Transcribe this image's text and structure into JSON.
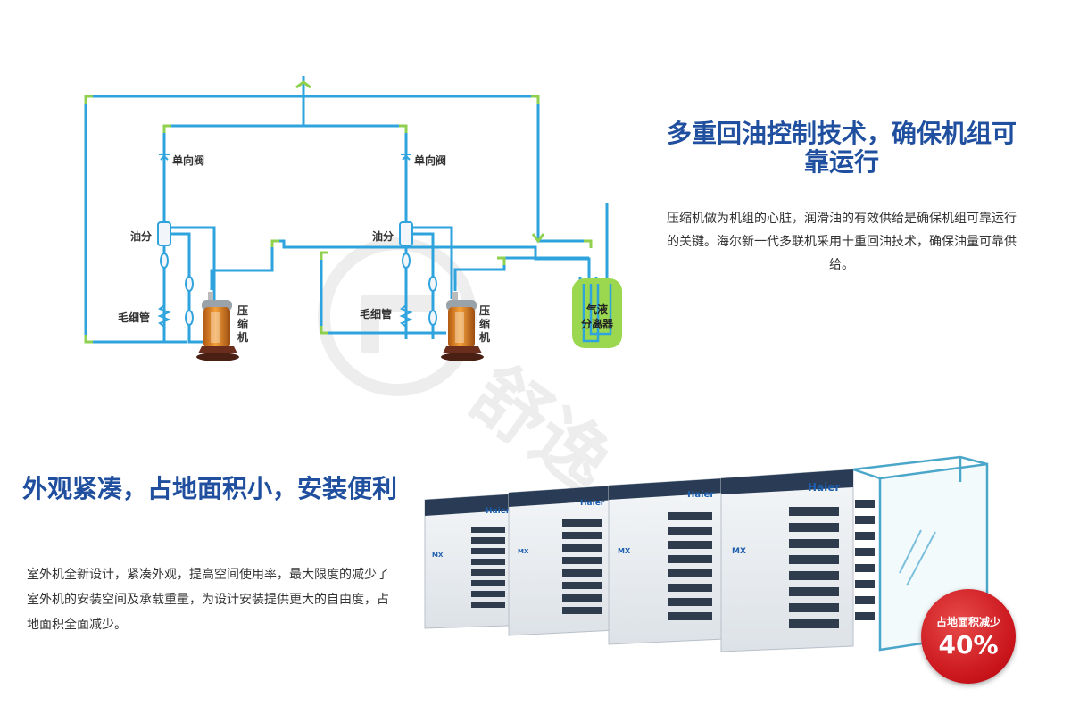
{
  "diagram": {
    "labels": {
      "check_valve_left": "单向阀",
      "check_valve_right": "单向阀",
      "oil_separator_left": "油分",
      "oil_separator_right": "油分",
      "capillary_left": "毛细管",
      "capillary_right": "毛细管",
      "compressor_left": [
        "压",
        "缩",
        "机"
      ],
      "compressor_right": [
        "压",
        "缩",
        "机"
      ],
      "gas_liquid_separator": [
        "气液",
        "分离器"
      ]
    },
    "colors": {
      "pipe": "#2ea3dd",
      "junction": "#8fd14f",
      "separator": "#9bd84f",
      "title": "#1f4f9e"
    }
  },
  "section1": {
    "title": "多重回油控制技术，确保机组可靠运行",
    "description": "压缩机做为机组的心脏，润滑油的有效供给是确保机组可靠运行的关键。海尔新一代多联机采用十重回油技术，确保油量可靠供给。"
  },
  "section2": {
    "title": "外观紧凑，占地面积小，安装便利",
    "description": "室外机全新设计，紧凑外观，提高空间使用率，最大限度的减少了室外机的安装空间及承载重量，为设计安装提供更大的自由度，占地面积全面减少。"
  },
  "units": {
    "brand": "Haier",
    "model": "MX"
  },
  "watermark": "舒逸",
  "badge": {
    "label": "占地面积减少",
    "value": "40%",
    "color": "#c8131a"
  }
}
